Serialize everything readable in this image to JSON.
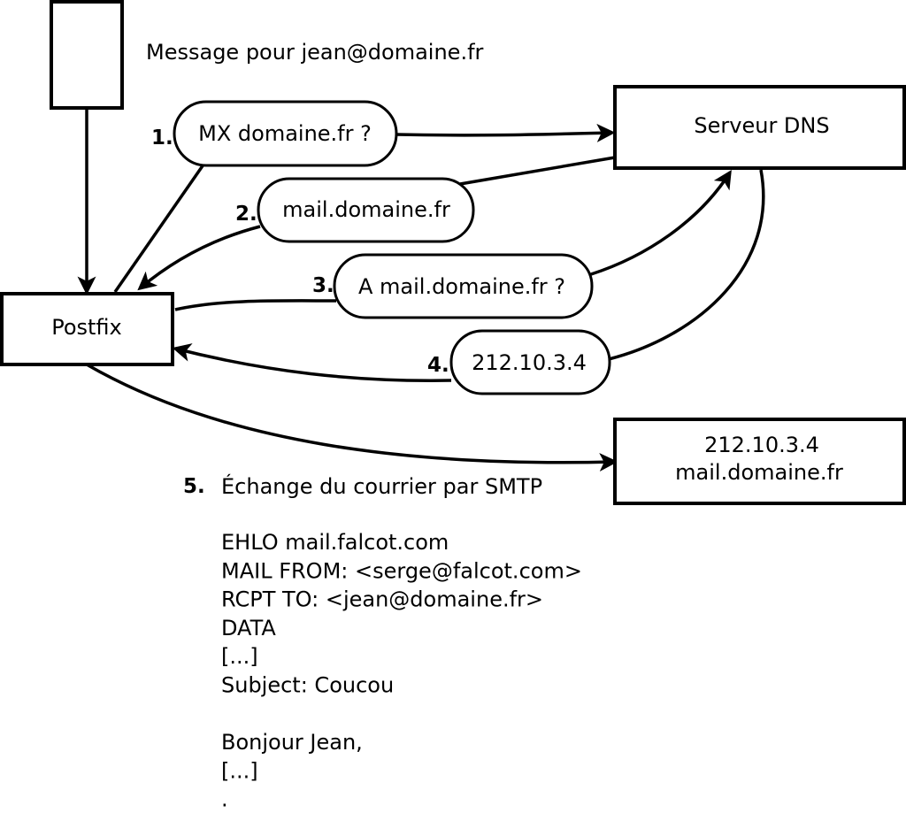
{
  "message": {
    "caption": "Message pour jean@domaine.fr"
  },
  "nodes": {
    "postfix": "Postfix",
    "dns_server": "Serveur DNS",
    "destination_ip": "212.10.3.4",
    "destination_host": "mail.domaine.fr"
  },
  "steps": [
    {
      "number": "1.",
      "label": "MX domaine.fr ?"
    },
    {
      "number": "2.",
      "label": "mail.domaine.fr"
    },
    {
      "number": "3.",
      "label": "A mail.domaine.fr ?"
    },
    {
      "number": "4.",
      "label": "212.10.3.4"
    }
  ],
  "smtp": {
    "number": "5.",
    "title": "Échange du courrier par SMTP",
    "lines": [
      "EHLO mail.falcot.com",
      "MAIL FROM: <serge@falcot.com>",
      "RCPT TO: <jean@domaine.fr>",
      "DATA",
      "[...]",
      "Subject: Coucou",
      "",
      "Bonjour Jean,",
      "[...]",
      "."
    ]
  }
}
